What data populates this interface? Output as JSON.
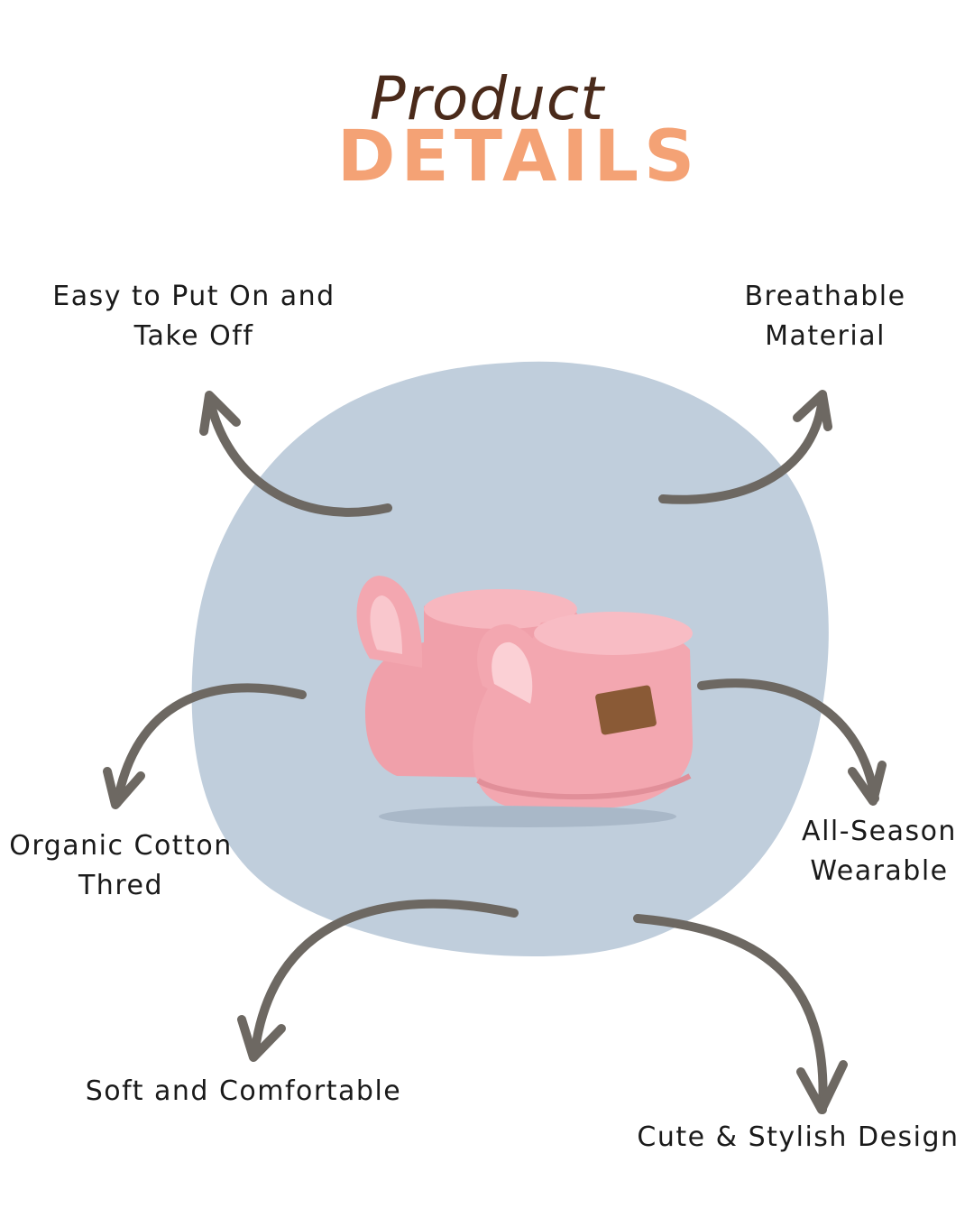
{
  "title": {
    "line1": "Product",
    "line2": "DETAILS"
  },
  "features": {
    "top_left": {
      "line1": "Easy to Put On and",
      "line2": "Take Off"
    },
    "top_right": {
      "line1": "Breathable",
      "line2": "Material"
    },
    "mid_left": {
      "line1": "Organic Cotton",
      "line2": "Thred"
    },
    "mid_right": {
      "line1": "All-Season",
      "line2": "Wearable"
    },
    "bottom_left": {
      "line1": "Soft and Comfortable"
    },
    "bottom_right": {
      "line1": "Cute & Stylish Design"
    }
  },
  "colors": {
    "title_dark": "#4a2a1a",
    "title_accent": "#f4a275",
    "blob": "#c0cedc",
    "arrow": "#6d6862",
    "bootie": "#f3a7b0",
    "bootie_shadow": "#e18f99",
    "label_patch": "#8a5a36"
  },
  "image": {
    "subject": "pink crochet bunny baby booties",
    "icon": "arrow-icon"
  }
}
